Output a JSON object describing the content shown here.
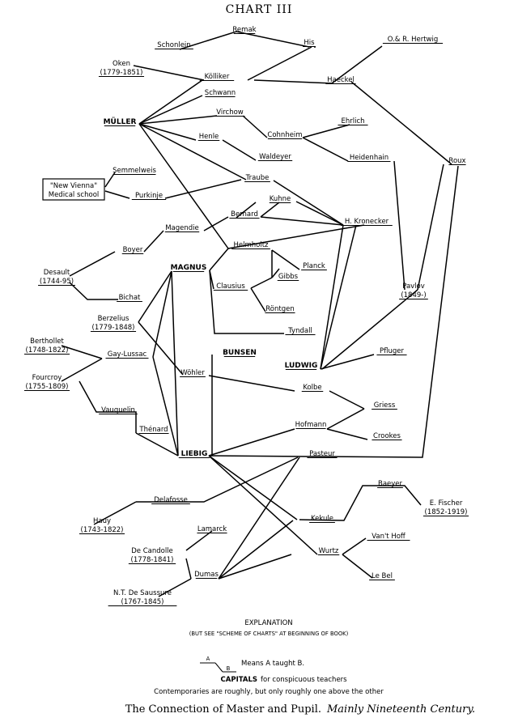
{
  "title": "CHART III",
  "nodes": [
    {
      "id": "remak",
      "label": "Remak"
    },
    {
      "id": "schonlein",
      "label": "Schonlein"
    },
    {
      "id": "his",
      "label": "His"
    },
    {
      "id": "hertwig",
      "label": "O.& R. Hertwig"
    },
    {
      "id": "oken",
      "label": "Oken",
      "sub": "(1779-1851)"
    },
    {
      "id": "kolliker",
      "label": "Kölliker"
    },
    {
      "id": "haeckel",
      "label": "Haeckel"
    },
    {
      "id": "schwann",
      "label": "Schwann"
    },
    {
      "id": "muller",
      "label": "MÜLLER"
    },
    {
      "id": "virchow",
      "label": "Virchow"
    },
    {
      "id": "cohnheim",
      "label": "Cohnheim"
    },
    {
      "id": "ehrlich",
      "label": "Ehrlich"
    },
    {
      "id": "henle",
      "label": "Henle"
    },
    {
      "id": "heidenhain",
      "label": "Heidenhain"
    },
    {
      "id": "waldeyer",
      "label": "Waldeyer"
    },
    {
      "id": "roux",
      "label": "Roux"
    },
    {
      "id": "semmelweis",
      "label": "Semmelweis"
    },
    {
      "id": "vienna",
      "label": "\"New Vienna\"",
      "sub": "Medical school"
    },
    {
      "id": "traube",
      "label": "Traube"
    },
    {
      "id": "purkinje",
      "label": "Purkinje"
    },
    {
      "id": "kuhne",
      "label": "Kuhne"
    },
    {
      "id": "bernard",
      "label": "Bernard"
    },
    {
      "id": "kronecker",
      "label": "H. Kronecker"
    },
    {
      "id": "magendie",
      "label": "Magendie"
    },
    {
      "id": "boyer",
      "label": "Boyer"
    },
    {
      "id": "helmholtz",
      "label": "Helmholtz"
    },
    {
      "id": "desault",
      "label": "Desault",
      "sub": "(1744-95)"
    },
    {
      "id": "magnus",
      "label": "MAGNUS"
    },
    {
      "id": "planck",
      "label": "Planck"
    },
    {
      "id": "gibbs",
      "label": "Gibbs"
    },
    {
      "id": "clausius",
      "label": "Clausius"
    },
    {
      "id": "pavlov",
      "label": "Pavlov",
      "sub": "(1849-)"
    },
    {
      "id": "bichat",
      "label": "Bichat"
    },
    {
      "id": "rontgen",
      "label": "Röntgen"
    },
    {
      "id": "berzelius",
      "label": "Berzelius",
      "sub": "(1779-1848)"
    },
    {
      "id": "tyndall",
      "label": "Tyndall"
    },
    {
      "id": "berthollet",
      "label": "Berthollet",
      "sub": "(1748-1822)"
    },
    {
      "id": "bunsen",
      "label": "BUNSEN"
    },
    {
      "id": "pfluger",
      "label": "Pfluger"
    },
    {
      "id": "gaylussac",
      "label": "Gay-Lussac"
    },
    {
      "id": "ludwig",
      "label": "LUDWIG"
    },
    {
      "id": "wohler",
      "label": "Wöhler"
    },
    {
      "id": "fourcroy",
      "label": "Fourcroy",
      "sub": "(1755-1809)"
    },
    {
      "id": "kolbe",
      "label": "Kolbe"
    },
    {
      "id": "griess",
      "label": "Griess"
    },
    {
      "id": "vauquelin",
      "label": "Vauquelin"
    },
    {
      "id": "hofmann",
      "label": "Hofmann"
    },
    {
      "id": "thenard",
      "label": "Thénard"
    },
    {
      "id": "crookes",
      "label": "Crookes"
    },
    {
      "id": "liebig",
      "label": "LIEBIG"
    },
    {
      "id": "pasteur",
      "label": "Pasteur"
    },
    {
      "id": "baeyer",
      "label": "Baeyer"
    },
    {
      "id": "delafosse",
      "label": "Delafosse"
    },
    {
      "id": "fischer",
      "label": "E. Fischer",
      "sub": "(1852-1919)"
    },
    {
      "id": "hauy",
      "label": "Hauy",
      "sub": "(1743-1822)"
    },
    {
      "id": "kekule",
      "label": "Kekule"
    },
    {
      "id": "lamarck",
      "label": "Lamarck"
    },
    {
      "id": "vanthoff",
      "label": "Van't Hoff"
    },
    {
      "id": "decandolle",
      "label": "De Candolle",
      "sub": "(1778-1841)"
    },
    {
      "id": "wurtz",
      "label": "Wurtz"
    },
    {
      "id": "dumas",
      "label": "Dumas"
    },
    {
      "id": "lebel",
      "label": "Le Bel"
    },
    {
      "id": "desaussure",
      "label": "N.T. De Saussure",
      "sub": "(1767-1845)"
    }
  ],
  "explanation": {
    "heading": "EXPLANATION",
    "note": "(BUT SEE \"SCHEME OF CHARTS\" AT BEGINNING OF BOOK)",
    "legend_a": "A",
    "legend_b": "B",
    "legend_text": "Means A taught B.",
    "capitals_word": "CAPITALS",
    "capitals_text": "for conspicuous teachers",
    "contemporaries": "Contemporaries are roughly, but only roughly one above the other"
  },
  "caption": {
    "main": "The Connection of Master and Pupil.",
    "italic": "Mainly Nineteenth Century."
  }
}
